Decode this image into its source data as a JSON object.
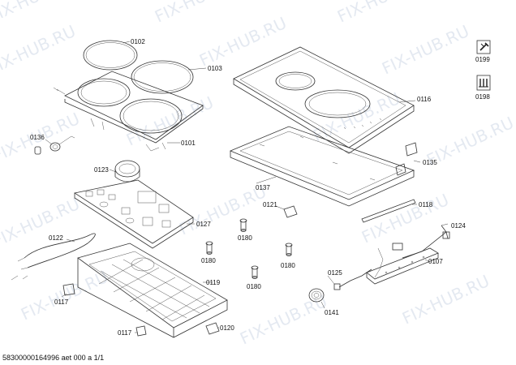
{
  "watermark_text": "FIX-HUB.RU",
  "footer": "58300000164996 aet 000 a 1/1",
  "parts": {
    "p0102": "0102",
    "p0103": "0103",
    "p0101": "0101",
    "p0136": "0136",
    "p0123": "0123",
    "p0127": "0127",
    "p0122": "0122",
    "p0119": "0119",
    "p0117a": "0117",
    "p0117b": "0117",
    "p0120": "0120",
    "p0180a": "0180",
    "p0180b": "0180",
    "p0180c": "0180",
    "p0180d": "0180",
    "p0116": "0116",
    "p0137": "0137",
    "p0121": "0121",
    "p0135": "0135",
    "p0118": "0118",
    "p0124": "0124",
    "p0107": "0107",
    "p0125": "0125",
    "p0141": "0141",
    "p0199": "0199",
    "p0198": "0198"
  }
}
